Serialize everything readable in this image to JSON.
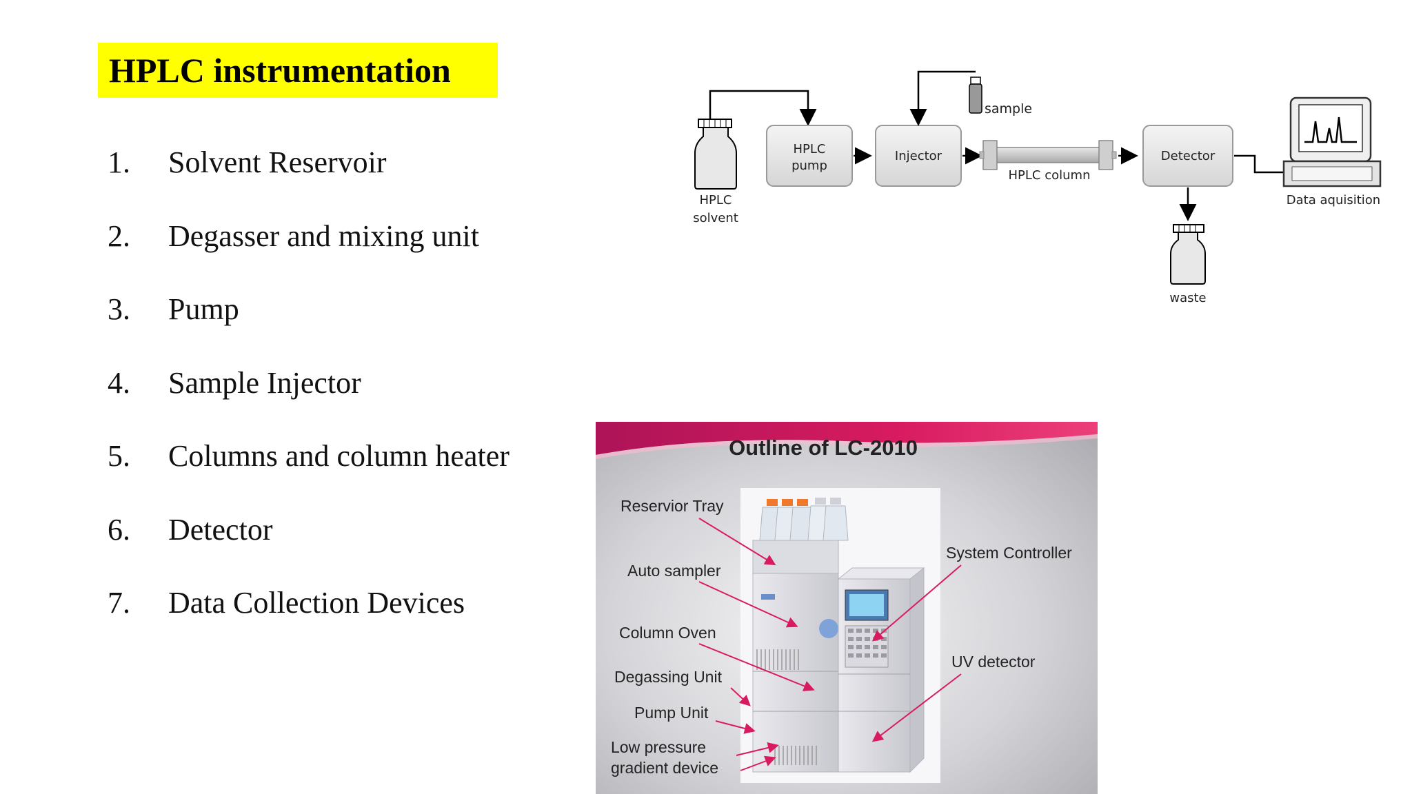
{
  "slide": {
    "title": "HPLC instrumentation",
    "items": [
      {
        "num": "1.",
        "label": "Solvent Reservoir"
      },
      {
        "num": "2.",
        "label": "Degasser and mixing unit"
      },
      {
        "num": "3.",
        "label": "Pump"
      },
      {
        "num": "4.",
        "label": "Sample Injector"
      },
      {
        "num": "5.",
        "label": "Columns and column heater"
      },
      {
        "num": "6.",
        "label": "Detector"
      },
      {
        "num": "7.",
        "label": "Data Collection Devices"
      }
    ]
  },
  "diagram": {
    "solvent_label_1": "HPLC",
    "solvent_label_2": "solvent",
    "pump_label_1": "HPLC",
    "pump_label_2": "pump",
    "injector_label": "Injector",
    "sample_label": "sample",
    "column_label": "HPLC column",
    "detector_label": "Detector",
    "waste_label": "waste",
    "data_label": "Data aquisition"
  },
  "photo": {
    "title": "Outline of LC-2010",
    "labels": {
      "reservoir_tray": "Reservior Tray",
      "auto_sampler": "Auto sampler",
      "column_oven": "Column Oven",
      "degassing_unit": "Degassing Unit",
      "pump_unit": "Pump Unit",
      "low_pressure_1": "Low pressure",
      "low_pressure_2": "gradient device",
      "system_controller": "System Controller",
      "uv_detector": "UV detector"
    },
    "colors": {
      "banner": "#c2185b",
      "arrow": "#d81b60",
      "cap": "#f0782a"
    }
  }
}
